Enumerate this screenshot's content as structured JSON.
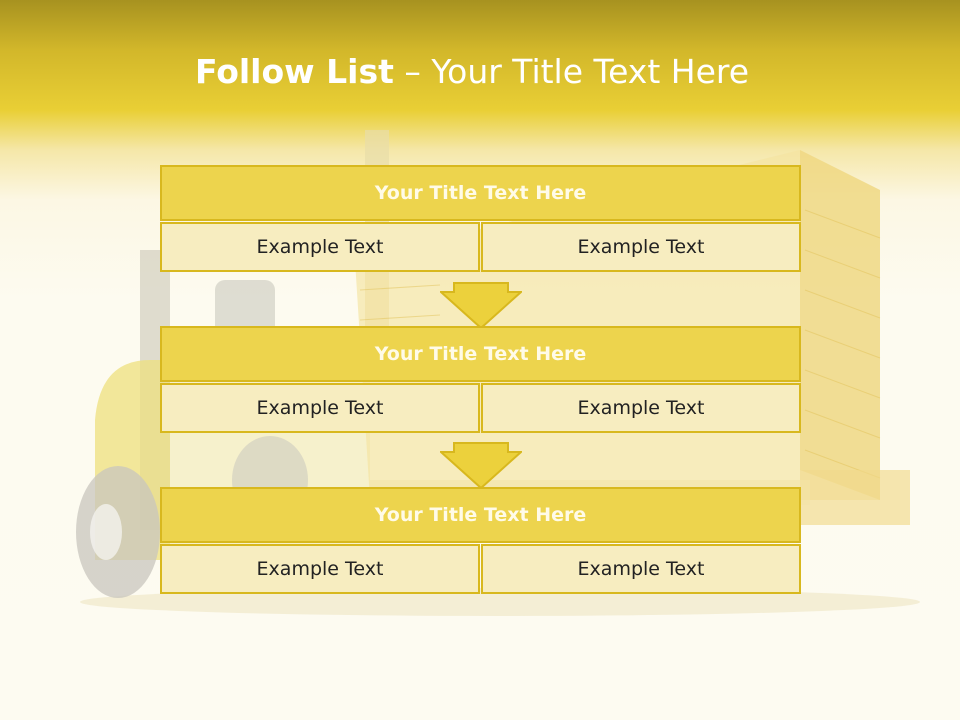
{
  "slide": {
    "title_bold": "Follow List",
    "title_rest": " – Your Title Text Here",
    "blocks": [
      {
        "title": "Your Title Text Here",
        "cells": [
          "Example Text",
          "Example Text"
        ]
      },
      {
        "title": "Your Title Text Here",
        "cells": [
          "Example Text",
          "Example Text"
        ]
      },
      {
        "title": "Your Title Text Here",
        "cells": [
          "Example Text",
          "Example Text"
        ]
      }
    ]
  },
  "colors": {
    "accent": "#edd44d",
    "border": "#d8b81e",
    "cell": "#f7edc0",
    "band": "#e9cf35"
  }
}
